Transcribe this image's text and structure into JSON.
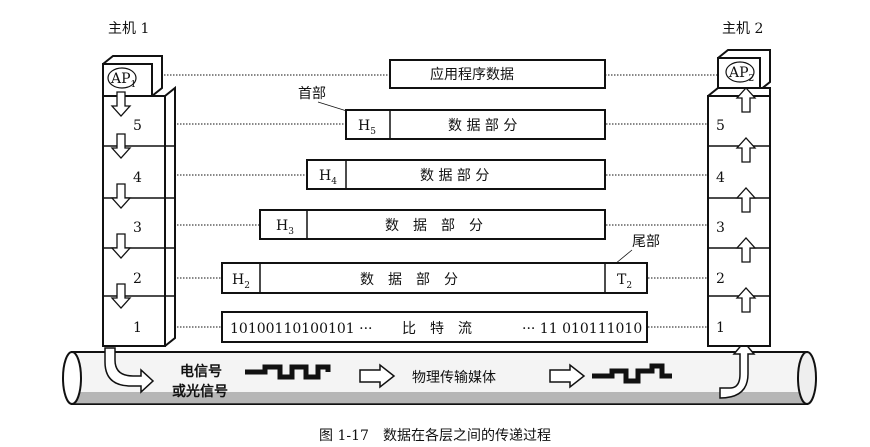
{
  "host1_label": "主机 1",
  "host2_label": "主机 2",
  "ap1": "AP",
  "ap1_sub": "1",
  "ap2": "AP",
  "ap2_sub": "2",
  "layers": [
    "5",
    "4",
    "3",
    "2",
    "1"
  ],
  "app_data": "应用程序数据",
  "header_label": "首部",
  "trailer_label": "尾部",
  "h5": "H",
  "h5_sub": "5",
  "h4": "H",
  "h4_sub": "4",
  "h3": "H",
  "h3_sub": "3",
  "h2": "H",
  "h2_sub": "2",
  "t2": "T",
  "t2_sub": "2",
  "data_part": "数 据 部 分",
  "data_part_wide": "数　据　部　分",
  "bits_left": "10100110100101 ···",
  "bits_mid": "比　特　流",
  "bits_right": "··· 11 010111010",
  "signal_line1": "电信号",
  "signal_line2": "或光信号",
  "medium": "物理传输媒体",
  "caption": "图 1-17　数据在各层之间的传递过程"
}
